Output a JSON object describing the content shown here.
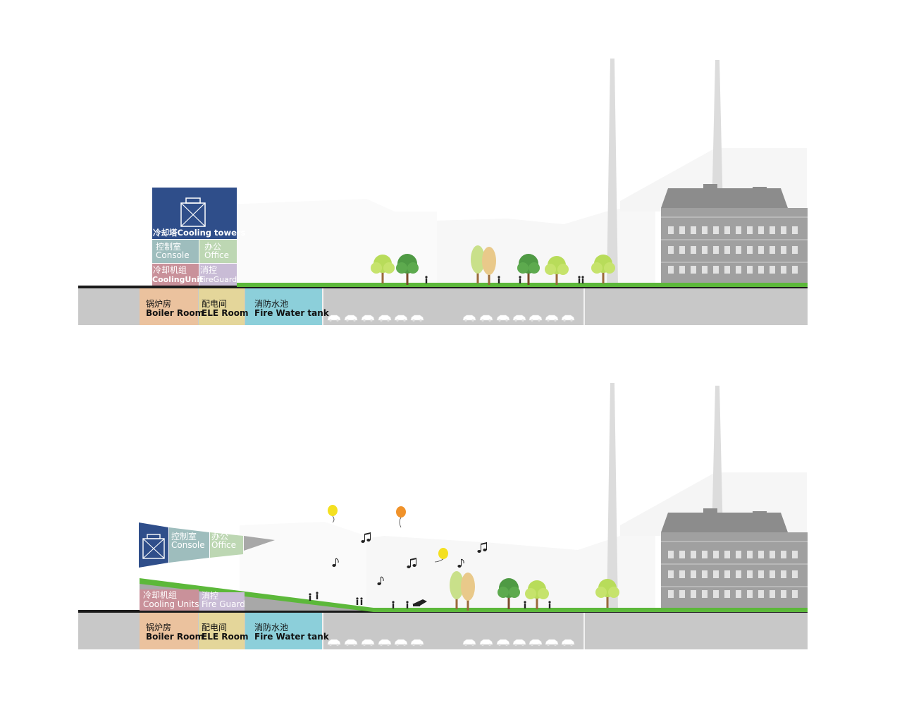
{
  "section1": {
    "cooling_towers": "冷却塔Cooling towers",
    "console_cn": "控制室",
    "console_en": "Console",
    "office_cn": "办公",
    "office_en": "Office",
    "cooling_unit_cn": "冷却机组",
    "cooling_unit_en": "CoolingUnit",
    "fireguard_cn": "消控",
    "fireguard_en": "FireGuard",
    "boiler_cn": "锅炉房",
    "boiler_en": "Boiler Room",
    "ele_cn": "配电间",
    "ele_en": "ELE Room",
    "tank_cn": "消防水池",
    "tank_en": "Fire Water tank"
  },
  "section2": {
    "console_cn": "控制室",
    "console_en": "Console",
    "office_cn": "办公",
    "office_en": "Office",
    "cooling_unit_cn": "冷却机组",
    "cooling_unit_en": "Cooling Units",
    "fireguard_cn": "消控",
    "fireguard_en": "Fire Guard",
    "boiler_cn": "锅炉房",
    "boiler_en": "Boiler Room",
    "ele_cn": "配电间",
    "ele_en": "ELE Room",
    "tank_cn": "消防水池",
    "tank_en": "Fire Water tank"
  },
  "colors": {
    "cooling_tower": "#2f4e8a",
    "console": "#9ebdbd",
    "office": "#bdd7b3",
    "cooling_unit": "#c9919a",
    "fireguard": "#c9bcd6",
    "boiler": "#ebc29e",
    "ele": "#e4d69a",
    "tank": "#8ccfda",
    "ground": "#c8c8c8",
    "grass": "#5cb83a",
    "building": "#9a9a9a"
  },
  "icons": [
    "cooling-tower-icon",
    "tree-icon",
    "person-icon",
    "car-icon",
    "balloon-icon",
    "music-note-icon",
    "piano-icon",
    "factory-building-icon",
    "chimney-icon"
  ]
}
